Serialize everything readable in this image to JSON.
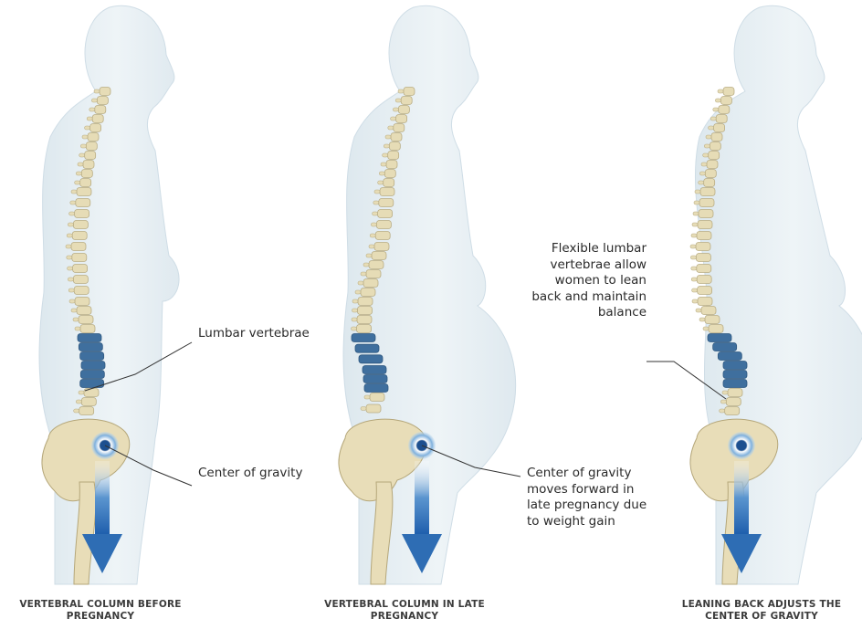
{
  "panels": [
    {
      "id": "before",
      "caption": "VERTEBRAL COLUMN BEFORE PREGNANCY",
      "labels": {
        "lumbar": "Lumbar vertebrae",
        "center": "Center of gravity"
      }
    },
    {
      "id": "late",
      "caption": "VERTEBRAL COLUMN IN LATE PREGNANCY",
      "labels": {
        "center": "Center of gravity moves forward in late pregnancy due to weight gain"
      }
    },
    {
      "id": "leaning",
      "caption": "LEANING BACK ADJUSTS THE CENTER OF GRAVITY",
      "labels": {
        "flexible": "Flexible lumbar vertebrae allow women to lean back and maintain balance"
      }
    }
  ],
  "colors": {
    "body_fill": "#e8f0f4",
    "vertebra": "#e6dcb6",
    "lumbar": "#3f6f9e",
    "pelvis": "#e8ddb8",
    "arrow": "#2e6db4",
    "leader": "#333333"
  }
}
